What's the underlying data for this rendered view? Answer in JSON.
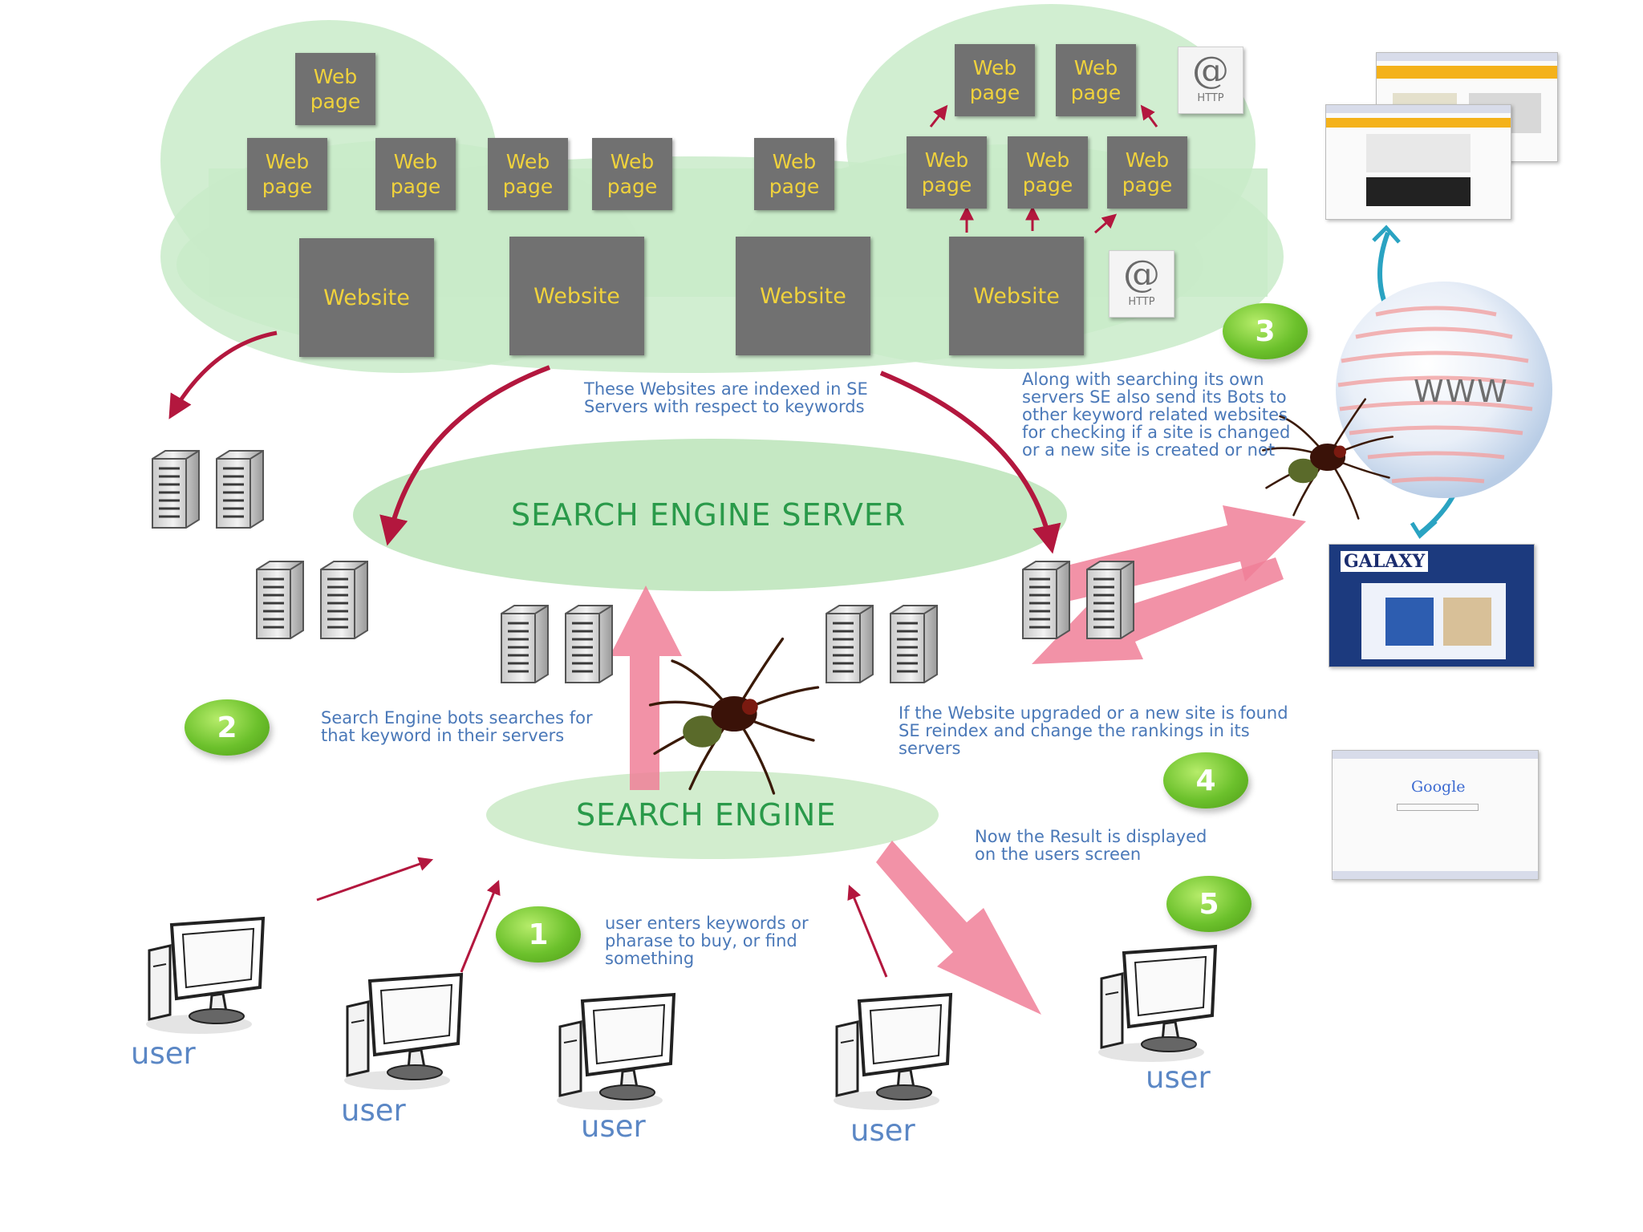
{
  "blocks": {
    "web_page_label": "Web page",
    "website_label": "Website",
    "http_symbol": "@",
    "http_label": "HTTP"
  },
  "ovals": {
    "server": "SEARCH ENGINE SERVER",
    "engine": "SEARCH ENGINE"
  },
  "steps": [
    "1",
    "2",
    "3",
    "4",
    "5"
  ],
  "notes": {
    "indexed": "These Websites are indexed in SE Servers with respect to keywords",
    "bots_servers": "Search Engine bots searches for that keyword in their servers",
    "along": "Along with searching its own servers SE also send its Bots to other keyword related websites for checking if a site is changed or a new site is created or not",
    "upgraded": "If the Website upgraded or a new site is found SE reindex and change the rankings in its servers",
    "user_enters": "user enters keywords or pharase to buy, or find something",
    "result": "Now the Result is displayed on the users screen"
  },
  "user_label": "user",
  "www_label": "WWW",
  "screens": {
    "galaxy": "GALAXY",
    "google": "Google"
  },
  "colors": {
    "cloud": "#c9ebc9",
    "block": "#717171",
    "block_text": "#f0d23c",
    "oval": "#bfe6bd",
    "oval_text": "#2a9a4a",
    "note_text": "#4a78b8",
    "user_text": "#5b87c5",
    "arrow_dark": "#b3173e",
    "arrow_pink": "#f07f98",
    "arrow_teal": "#2aa3c2",
    "step_ball": "#6cc12c"
  },
  "icons": [
    "server-rack-icon",
    "desktop-computer-icon",
    "spider-icon",
    "globe-icon",
    "http-document-icon",
    "browser-screenshot-icon"
  ]
}
